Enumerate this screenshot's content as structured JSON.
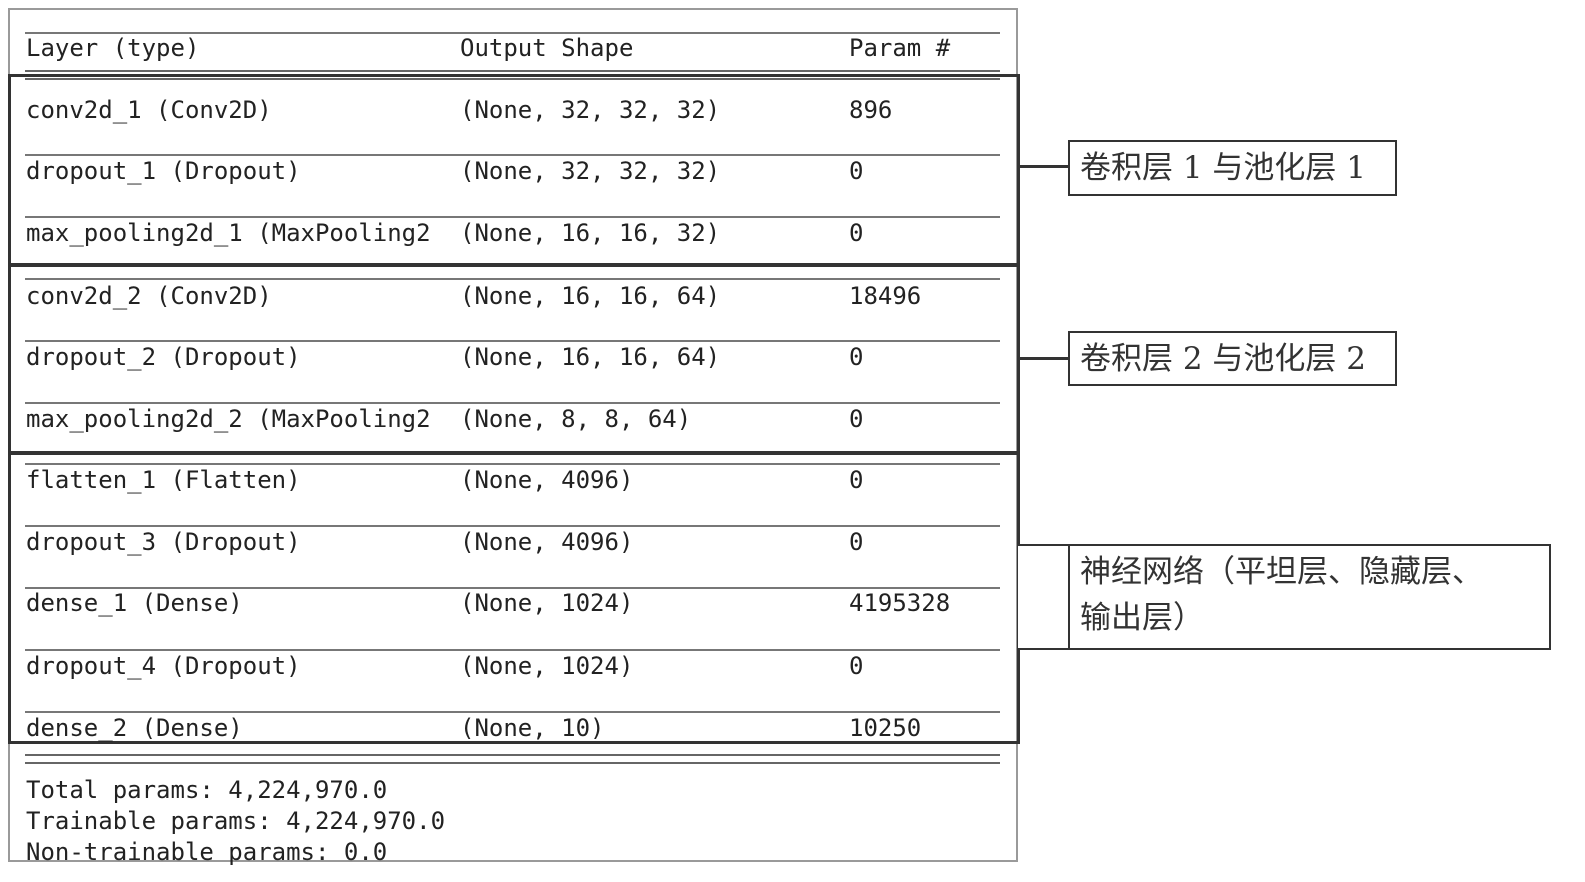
{
  "header": {
    "layer": "Layer (type)",
    "shape": "Output Shape",
    "params": "Param #"
  },
  "separator": "==========================================================",
  "rows": [
    {
      "layer": "conv2d_1 (Conv2D)",
      "shape": "(None, 32, 32, 32)",
      "params": "896"
    },
    {
      "layer": "dropout_1 (Dropout)",
      "shape": "(None, 32, 32, 32)",
      "params": "0"
    },
    {
      "layer": "max_pooling2d_1 (MaxPooling2",
      "shape": "(None, 16, 16, 32)",
      "params": "0"
    },
    {
      "layer": "conv2d_2 (Conv2D)",
      "shape": "(None, 16, 16, 64)",
      "params": "18496"
    },
    {
      "layer": "dropout_2 (Dropout)",
      "shape": "(None, 16, 16, 64)",
      "params": "0"
    },
    {
      "layer": "max_pooling2d_2 (MaxPooling2",
      "shape": "(None, 8, 8, 64)",
      "params": "0"
    },
    {
      "layer": "flatten_1 (Flatten)",
      "shape": "(None, 4096)",
      "params": "0"
    },
    {
      "layer": "dropout_3 (Dropout)",
      "shape": "(None, 4096)",
      "params": "0"
    },
    {
      "layer": "dense_1 (Dense)",
      "shape": "(None, 1024)",
      "params": "4195328"
    },
    {
      "layer": "dropout_4 (Dropout)",
      "shape": "(None, 1024)",
      "params": "0"
    },
    {
      "layer": "dense_2 (Dense)",
      "shape": "(None, 10)",
      "params": "10250"
    }
  ],
  "summary": {
    "total": "Total params: 4,224,970.0",
    "trainable": "Trainable params: 4,224,970.0",
    "non_trainable": "Non-trainable params: 0.0"
  },
  "callouts": {
    "group1": "卷积层 1 与池化层 1",
    "group2": "卷积层 2 与池化层 2",
    "group3_line1": "神经网络（平坦层、隐藏层、",
    "group3_line2": "输出层）"
  }
}
